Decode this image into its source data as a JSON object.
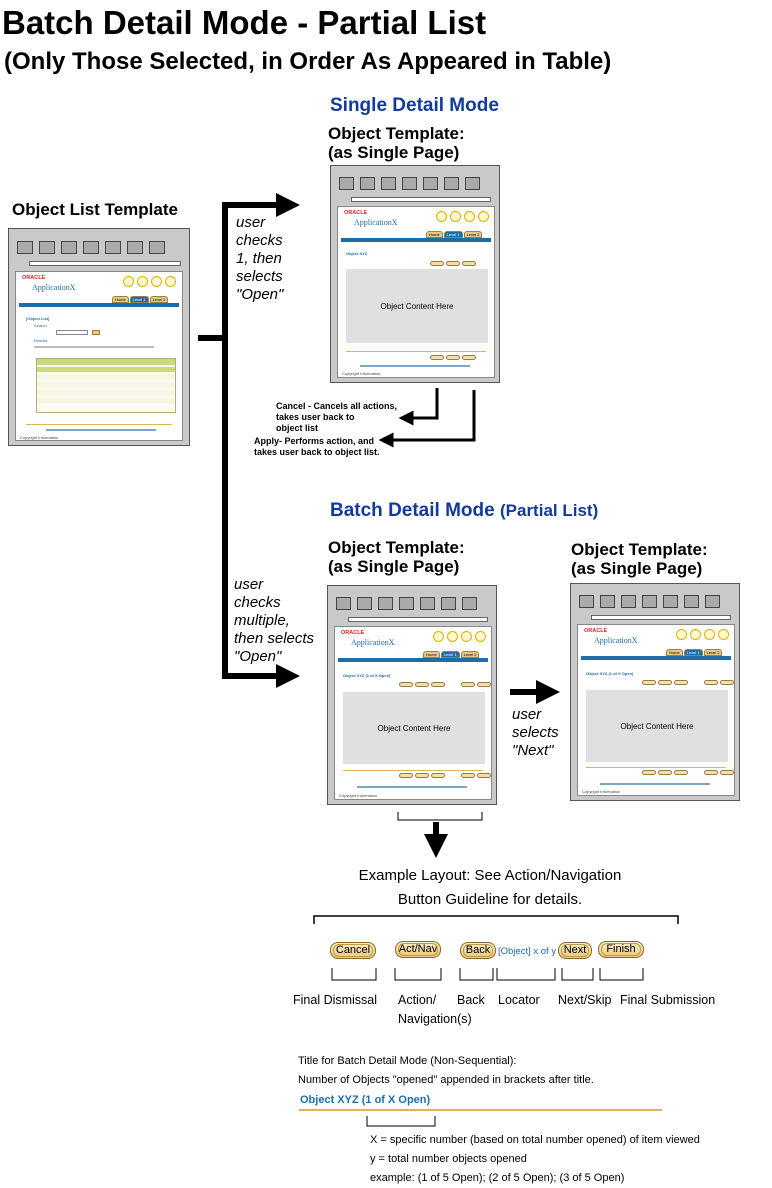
{
  "title": "Batch Detail Mode - Partial List",
  "subtitle": "(Only Those Selected, in Order As Appeared in Table)",
  "single_detail_mode": "Single Detail Mode",
  "batch_detail_mode": "Batch Detail Mode",
  "batch_detail_mode_qualifier": "(Partial List)",
  "object_list_template": "Object List Template",
  "object_template_line1": "Object Template:",
  "object_template_line2": "(as Single Page)",
  "annotations": {
    "user_checks_one": [
      "user",
      "checks",
      "1, then",
      "selects",
      "\"Open\""
    ],
    "user_checks_multiple": [
      "user",
      "checks",
      "multiple,",
      "then selects",
      "\"Open\""
    ],
    "user_selects_next": [
      "user",
      "selects",
      "\"Next\""
    ],
    "cancel_note": [
      "Cancel - Cancels all actions,",
      "takes user back to",
      "object list"
    ],
    "apply_note": [
      "Apply- Performs action, and",
      "takes user back to object list."
    ]
  },
  "mockup": {
    "oracle": "ORACLE",
    "app_name": "ApplicationX",
    "tab_home": "Home",
    "tab_level1": "Level 1",
    "tab_level2": "Level 2",
    "content_text": "Object Content Here",
    "object_xyz_single": "Object XYZ",
    "object_xyz_batch": "Object XYZ (1 of X Open)",
    "object_list": "[Object List]",
    "search": "Search",
    "results": "Results",
    "copyright": "Copyright Information",
    "tabs_on_index": 1
  },
  "example_layout": {
    "line1": "Example Layout: See Action/Navigation",
    "line2": "Button Guideline for details.",
    "buttons": {
      "cancel": "Cancel",
      "act_nav": "Act/Nav",
      "back": "Back",
      "locator": "[Object] x of y",
      "next": "Next",
      "finish": "Finish"
    },
    "labels": {
      "final_dismissal": "Final Dismissal",
      "action": "Action/",
      "navigation": "Navigation(s)",
      "back": "Back",
      "locator": "Locator",
      "next_skip": "Next/Skip",
      "final_submission": "Final Submission"
    }
  },
  "title_notes": {
    "line1": "Title for Batch Detail Mode (Non-Sequential):",
    "line2": "Number of Objects \"opened\" appended in brackets after title.",
    "example_title": "Object XYZ (1 of X Open)",
    "x_def": "X = specific number (based on total number opened) of item viewed",
    "y_def": "y = total number objects opened",
    "example": "example: (1 of 5 Open); (2 of 5 Open); (3 of 5 Open)"
  },
  "colors": {
    "heading_blue": "#123a9a",
    "link_blue": "#1b6ea8",
    "oracle_red": "#dd2222",
    "gold": "#e0b35a"
  }
}
